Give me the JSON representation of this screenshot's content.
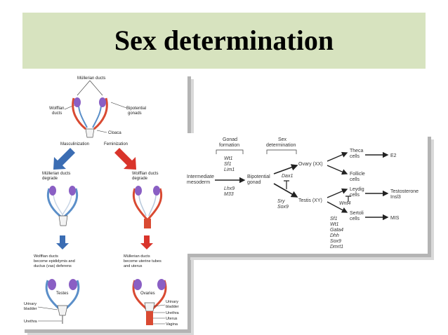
{
  "slide": {
    "title": "Sex determination"
  },
  "left_figure": {
    "top_labels": {
      "mullerian": "Müllerian ducts",
      "wolffian": [
        "Wolffian",
        "ducts"
      ],
      "bipotential": [
        "Bipotential",
        "gonads"
      ],
      "cloaca": "Cloaca"
    },
    "paths": {
      "masculinization": "Masculinization",
      "feminization": "Feminization"
    },
    "mid_labels": {
      "male_mid": [
        "Müllerian ducts",
        "degrade"
      ],
      "female_mid": [
        "Wolffian ducts",
        "degrade"
      ]
    },
    "bottom_labels": {
      "male_result": [
        "Wolffian ducts",
        "become epididymis and",
        "ductus (vas) deferens"
      ],
      "female_result": [
        "Müllerian ducts",
        "become uterine tubes",
        "and uterus"
      ],
      "testes": "Testes",
      "ovaries": "Ovaries",
      "urinary_bladder_male": [
        "Urinary",
        "bladder"
      ],
      "urethra_male": "Urethra",
      "urinary_bladder_female": [
        "Urinary",
        "bladder"
      ],
      "urethra_female": "Urethra",
      "uterus": "Uterus",
      "vagina": "Vagina"
    }
  },
  "right_figure": {
    "headers": {
      "gonad_formation": [
        "Gonad",
        "formation"
      ],
      "sex_determination": [
        "Sex",
        "determination"
      ]
    },
    "nodes": {
      "intermediate_mesoderm": [
        "Intermediate",
        "mesoderm"
      ],
      "bipotential_gonad": [
        "Bipotential",
        "gonad"
      ],
      "ovary": "Ovary (XX)",
      "testis": "Testis (XY)",
      "theca": [
        "Theca",
        "cells"
      ],
      "follicle": [
        "Follicle",
        "cells"
      ],
      "leydig": [
        "Leydig",
        "cells"
      ],
      "sertoli": [
        "Sertoli",
        "cells"
      ],
      "e2": "E2",
      "testosterone": [
        "Testosterone",
        "Insl3"
      ],
      "mis": "MIS"
    },
    "genes": {
      "gonad_top": [
        "Wt1",
        "Sf1",
        "Lim1"
      ],
      "gonad_bottom": [
        "Lhx9",
        "M33"
      ],
      "dax1": "Dax1",
      "sry_sox9": [
        "Sry",
        "Sox9"
      ],
      "wnt4": "Wnt4",
      "sertoli_genes": [
        "Sf1",
        "Wt1",
        "Gata4",
        "Dhh",
        "Sox9",
        "Dmrt1"
      ]
    }
  },
  "colors": {
    "title_band": "#d7e3bf",
    "masculinization_arrow": "#3b6db3",
    "feminization_arrow": "#d9342b",
    "duct_blue": "#5b8fc9",
    "duct_red": "#d94a32",
    "gonad_purple": "#8a5fc4"
  }
}
